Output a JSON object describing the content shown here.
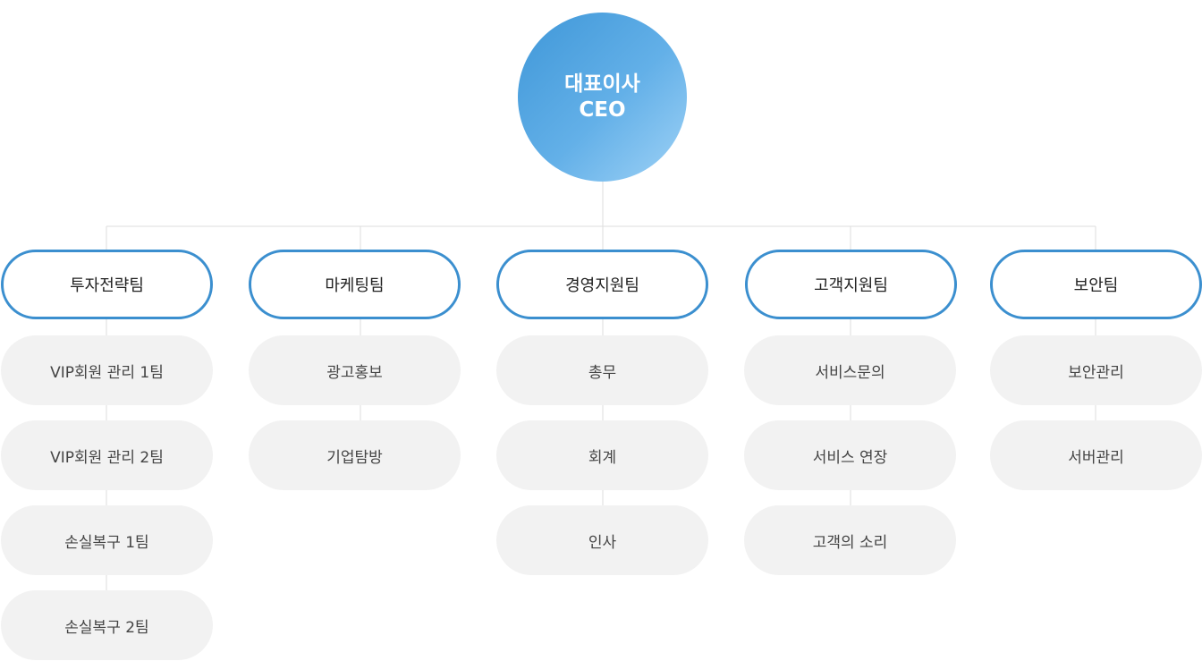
{
  "ceo": {
    "line1": "대표이사",
    "line2": "CEO"
  },
  "departments": [
    {
      "name": "투자전략팀",
      "subs": [
        "VIP회원 관리 1팀",
        "VIP회원 관리 2팀",
        "손실복구 1팀",
        "손실복구 2팀"
      ]
    },
    {
      "name": "마케팅팀",
      "subs": [
        "광고홍보",
        "기업탐방"
      ]
    },
    {
      "name": "경영지원팀",
      "subs": [
        "총무",
        "회계",
        "인사"
      ]
    },
    {
      "name": "고객지원팀",
      "subs": [
        "서비스문의",
        "서비스 연장",
        "고객의 소리"
      ]
    },
    {
      "name": "보안팀",
      "subs": [
        "보안관리",
        "서버관리"
      ]
    }
  ],
  "colors": {
    "dept_border": "#3b8fcf",
    "sub_bg": "#f2f2f2",
    "connector": "#dddddd"
  }
}
